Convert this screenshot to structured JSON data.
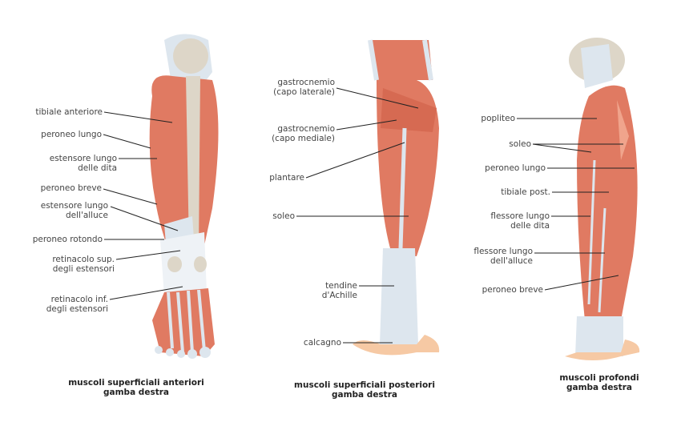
{
  "colors": {
    "muscle": "#e07a62",
    "muscle_dark": "#c9583f",
    "tendon": "#dde6ee",
    "bone": "#ddd6c8",
    "skin": "#f6c9a4",
    "line": "#222222"
  },
  "panels": [
    {
      "caption": [
        "muscoli superficiali anteriori",
        "gamba destra"
      ],
      "labels": [
        [
          "tibiale anteriore"
        ],
        [
          "peroneo lungo"
        ],
        [
          "estensore lungo",
          "delle dita"
        ],
        [
          "peroneo breve"
        ],
        [
          "estensore lungo",
          "dell'alluce"
        ],
        [
          "peroneo rotondo"
        ],
        [
          "retinacolo sup.",
          "degli estensori"
        ],
        [
          "retinacolo inf.",
          "degli estensori"
        ]
      ]
    },
    {
      "caption": [
        "muscoli superficiali posteriori",
        "gamba destra"
      ],
      "labels": [
        [
          "gastrocnemio",
          "(capo laterale)"
        ],
        [
          "gastrocnemio",
          "(capo mediale)"
        ],
        [
          "plantare"
        ],
        [
          "soleo"
        ],
        [
          "tendine",
          "d'Achille"
        ],
        [
          "calcagno"
        ]
      ]
    },
    {
      "caption": [
        "muscoli profondi",
        "gamba destra"
      ],
      "labels": [
        [
          "popliteo"
        ],
        [
          "soleo"
        ],
        [
          "peroneo lungo"
        ],
        [
          "tibiale post."
        ],
        [
          "flessore lungo",
          "delle dita"
        ],
        [
          "flessore lungo",
          "dell'alluce"
        ],
        [
          "peroneo breve"
        ]
      ]
    }
  ]
}
